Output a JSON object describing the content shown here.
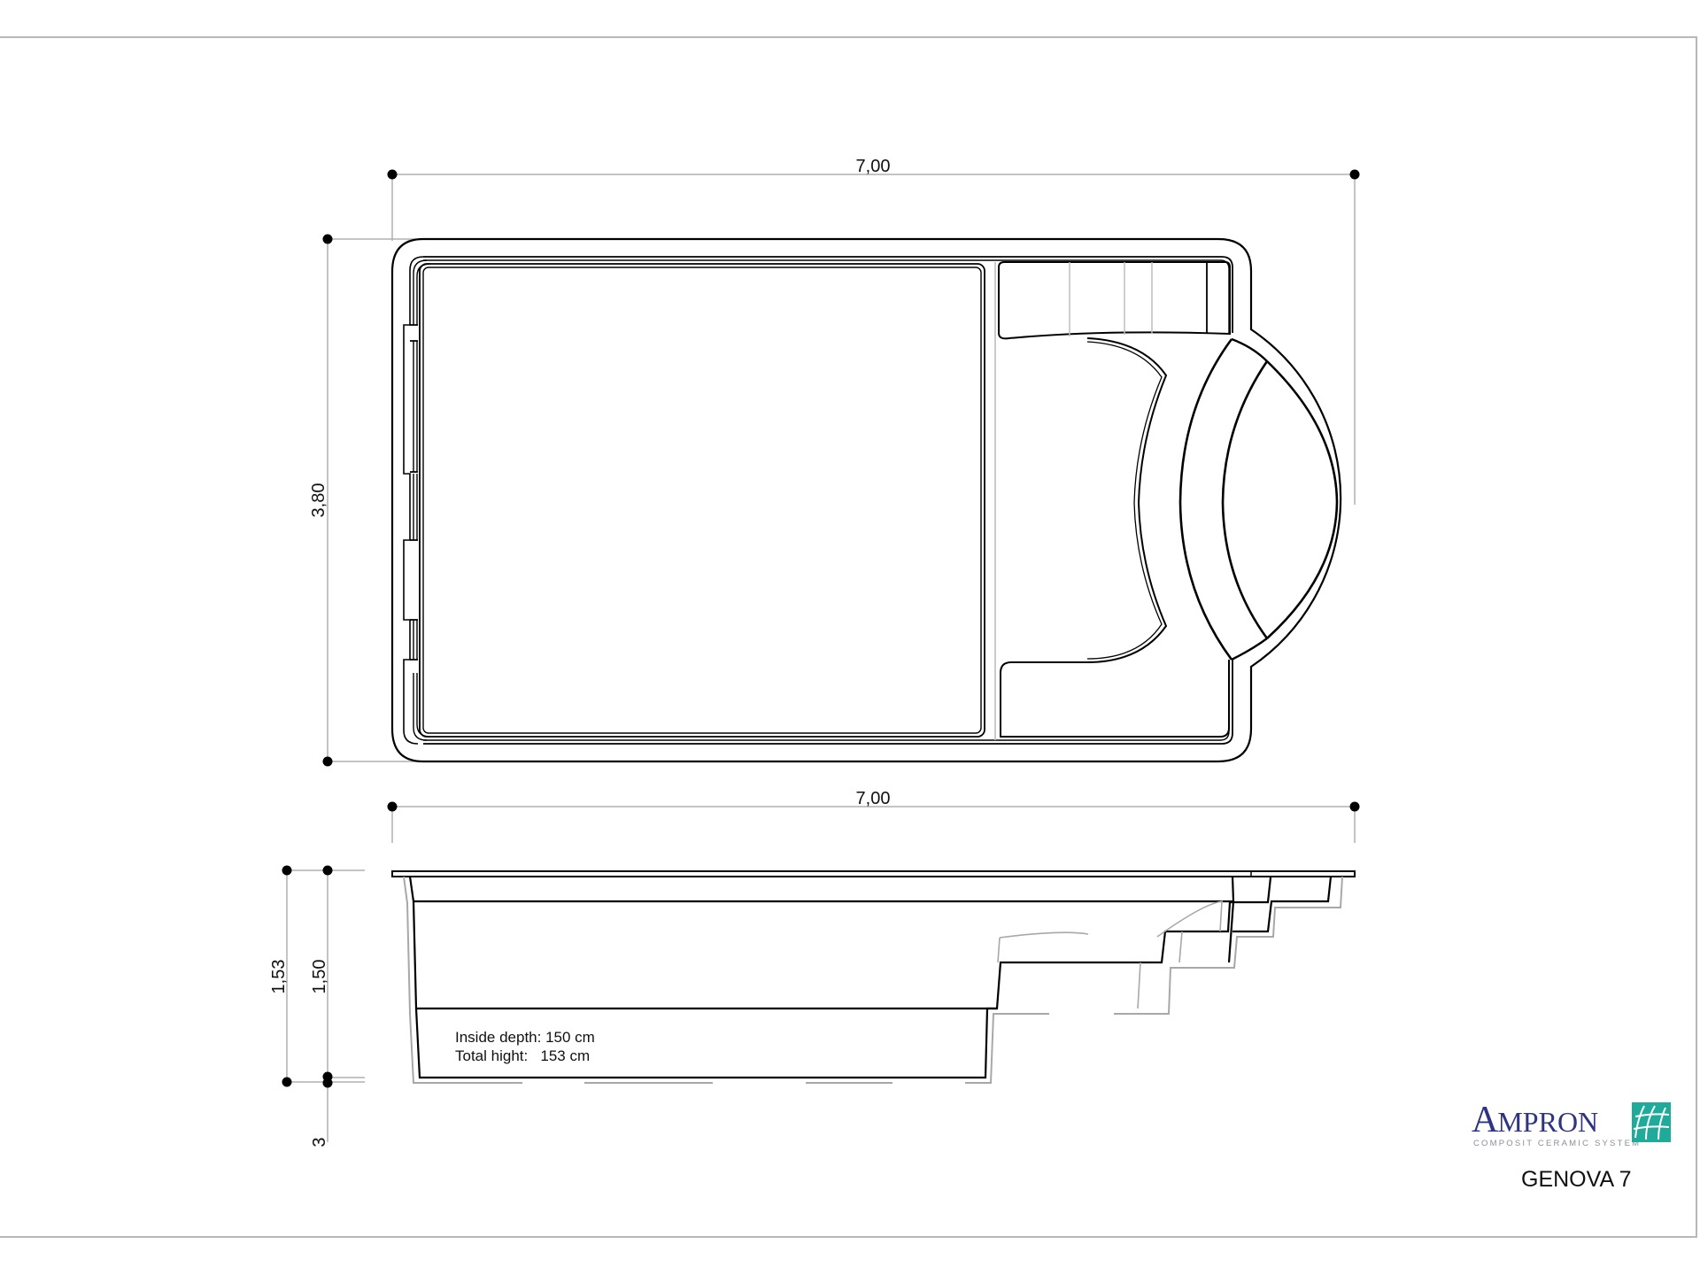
{
  "drawing": {
    "plan_view": {
      "length_label": "7,00",
      "width_label": "3,80"
    },
    "section_view": {
      "length_label": "7,00",
      "total_height_label": "1,53",
      "inside_depth_label": "1,50",
      "lip_label": "3",
      "notes": {
        "inside_depth": "Inside depth: 150 cm",
        "total_height": "Total hight:   153 cm"
      }
    }
  },
  "brand": {
    "name_large": "A",
    "name_rest": "MPRON",
    "tagline": "COMPOSIT CERAMIC SYSTEM",
    "accent_color": "#1faa9a",
    "text_color": "#2d3583"
  },
  "model": {
    "name": "GENOVA 7"
  }
}
